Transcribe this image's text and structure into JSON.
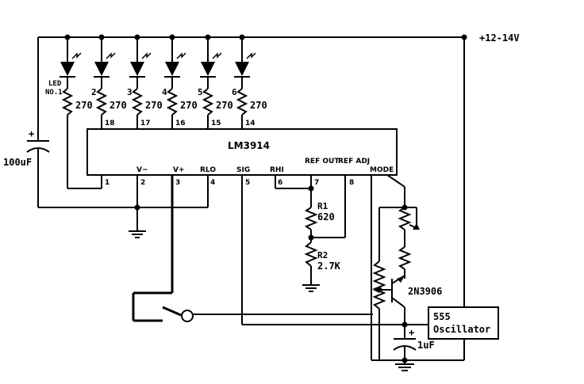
{
  "supply_label": "+12-14V",
  "chip": {
    "name": "LM3914",
    "pins_bottom": [
      {
        "num": "1",
        "label": ""
      },
      {
        "num": "2",
        "label": "V−"
      },
      {
        "num": "3",
        "label": "V+"
      },
      {
        "num": "4",
        "label": "RLO"
      },
      {
        "num": "5",
        "label": "SIG"
      },
      {
        "num": "6",
        "label": "RHI"
      },
      {
        "num": "7",
        "label": "REF OUT"
      },
      {
        "num": "8",
        "label": "REF ADJ"
      },
      {
        "num": "",
        "label": "MODE"
      }
    ],
    "pins_top": [
      "18",
      "17",
      "16",
      "15",
      "14"
    ]
  },
  "leds": [
    {
      "label": "LED\nNO.1",
      "resistor": "270"
    },
    {
      "label": "2",
      "resistor": "270"
    },
    {
      "label": "3",
      "resistor": "270"
    },
    {
      "label": "4",
      "resistor": "270"
    },
    {
      "label": "5",
      "resistor": "270"
    },
    {
      "label": "6",
      "resistor": "270"
    }
  ],
  "capacitor_main": {
    "value": "100uF",
    "polarity": "+"
  },
  "r1": {
    "name": "R1",
    "value": "620"
  },
  "r2": {
    "name": "R2",
    "value": "2.7K"
  },
  "transistor": {
    "name": "2N3906"
  },
  "oscillator": {
    "line1": "555",
    "line2": "Oscillator"
  },
  "capacitor_small": {
    "value": "1uF",
    "polarity": "+"
  }
}
